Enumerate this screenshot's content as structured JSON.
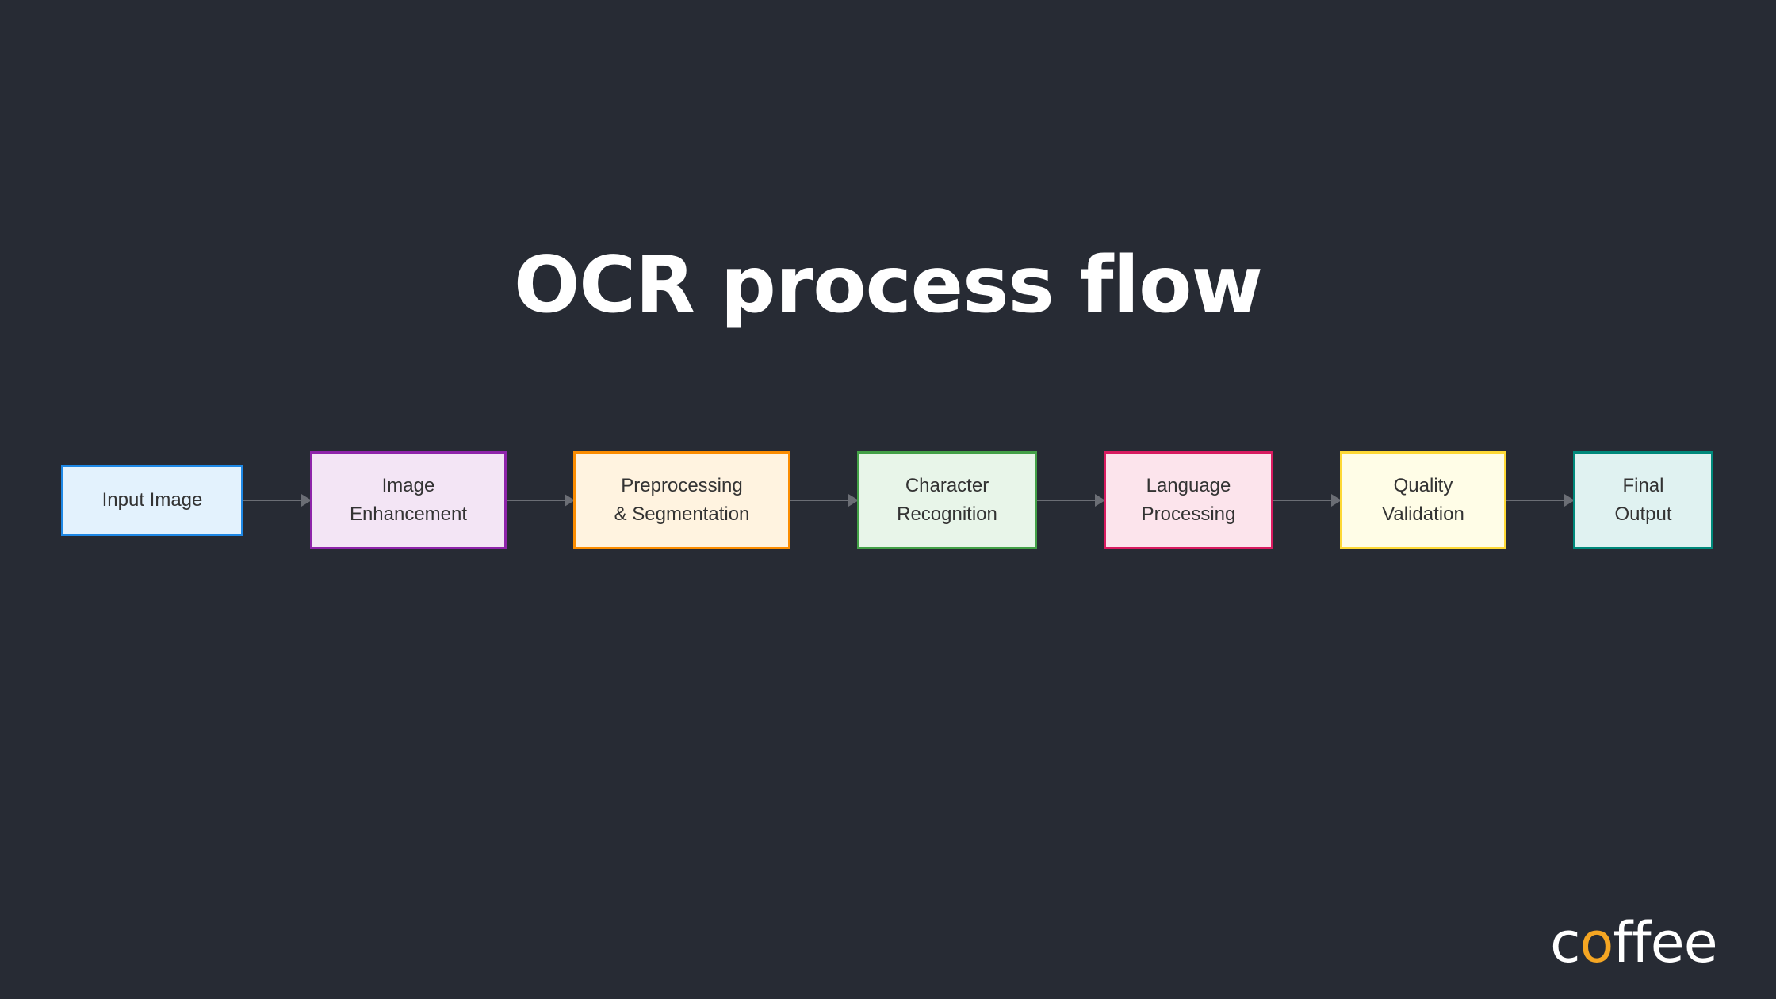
{
  "title": "OCR process flow",
  "nodes": [
    {
      "label": "Input Image",
      "fill": "#e3f2fd",
      "border": "#1e88e5"
    },
    {
      "label": "Image\nEnhancement",
      "fill": "#f3e5f5",
      "border": "#8e24aa"
    },
    {
      "label": "Preprocessing\n& Segmentation",
      "fill": "#fff3e0",
      "border": "#fb8c00"
    },
    {
      "label": "Character\nRecognition",
      "fill": "#e8f5e9",
      "border": "#43a047"
    },
    {
      "label": "Language\nProcessing",
      "fill": "#fce4ec",
      "border": "#d81b60"
    },
    {
      "label": "Quality\nValidation",
      "fill": "#fffde7",
      "border": "#fdd835"
    },
    {
      "label": "Final\nOutput",
      "fill": "#e0f2f1",
      "border": "#00897b"
    }
  ],
  "logo": {
    "text": "coffee",
    "text_color": "#ffffff",
    "accent_color": "#f5a623"
  }
}
